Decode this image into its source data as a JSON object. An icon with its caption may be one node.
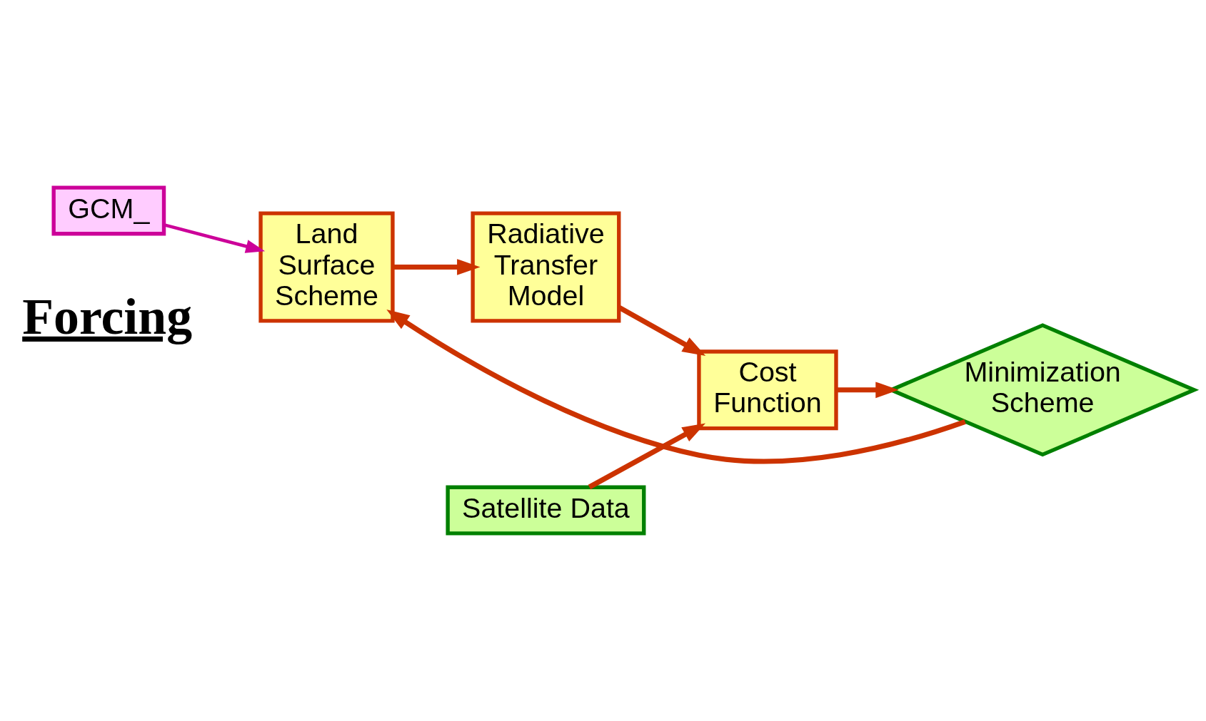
{
  "diagram": {
    "nodes": [
      {
        "text": [
          "GCM_"
        ]
      },
      {
        "text": [
          "Land Surface Scheme"
        ]
      },
      {
        "text": [
          "Radiative Transfer Model"
        ]
      },
      {
        "text": [
          "Satellite Data"
        ]
      },
      {
        "text": [
          "Cost Function"
        ]
      },
      {
        "text": [
          "Minimization Scheme"
        ]
      }
    ],
    "edges": [
      {
        "from": 0,
        "to": 1,
        "arrow": "to",
        "color": "#cc0099"
      },
      {
        "from": 1,
        "to": 2,
        "arrow": "to"
      },
      {
        "from": 2,
        "to": 4,
        "arrow": "to"
      },
      {
        "from": 3,
        "to": 4,
        "arrow": "to"
      },
      {
        "from": 4,
        "to": 5,
        "arrow": "to"
      },
      {
        "from": 5,
        "to": 1,
        "arrow": "to"
      }
    ],
    "labels": [
      "Forcing"
    ]
  }
}
